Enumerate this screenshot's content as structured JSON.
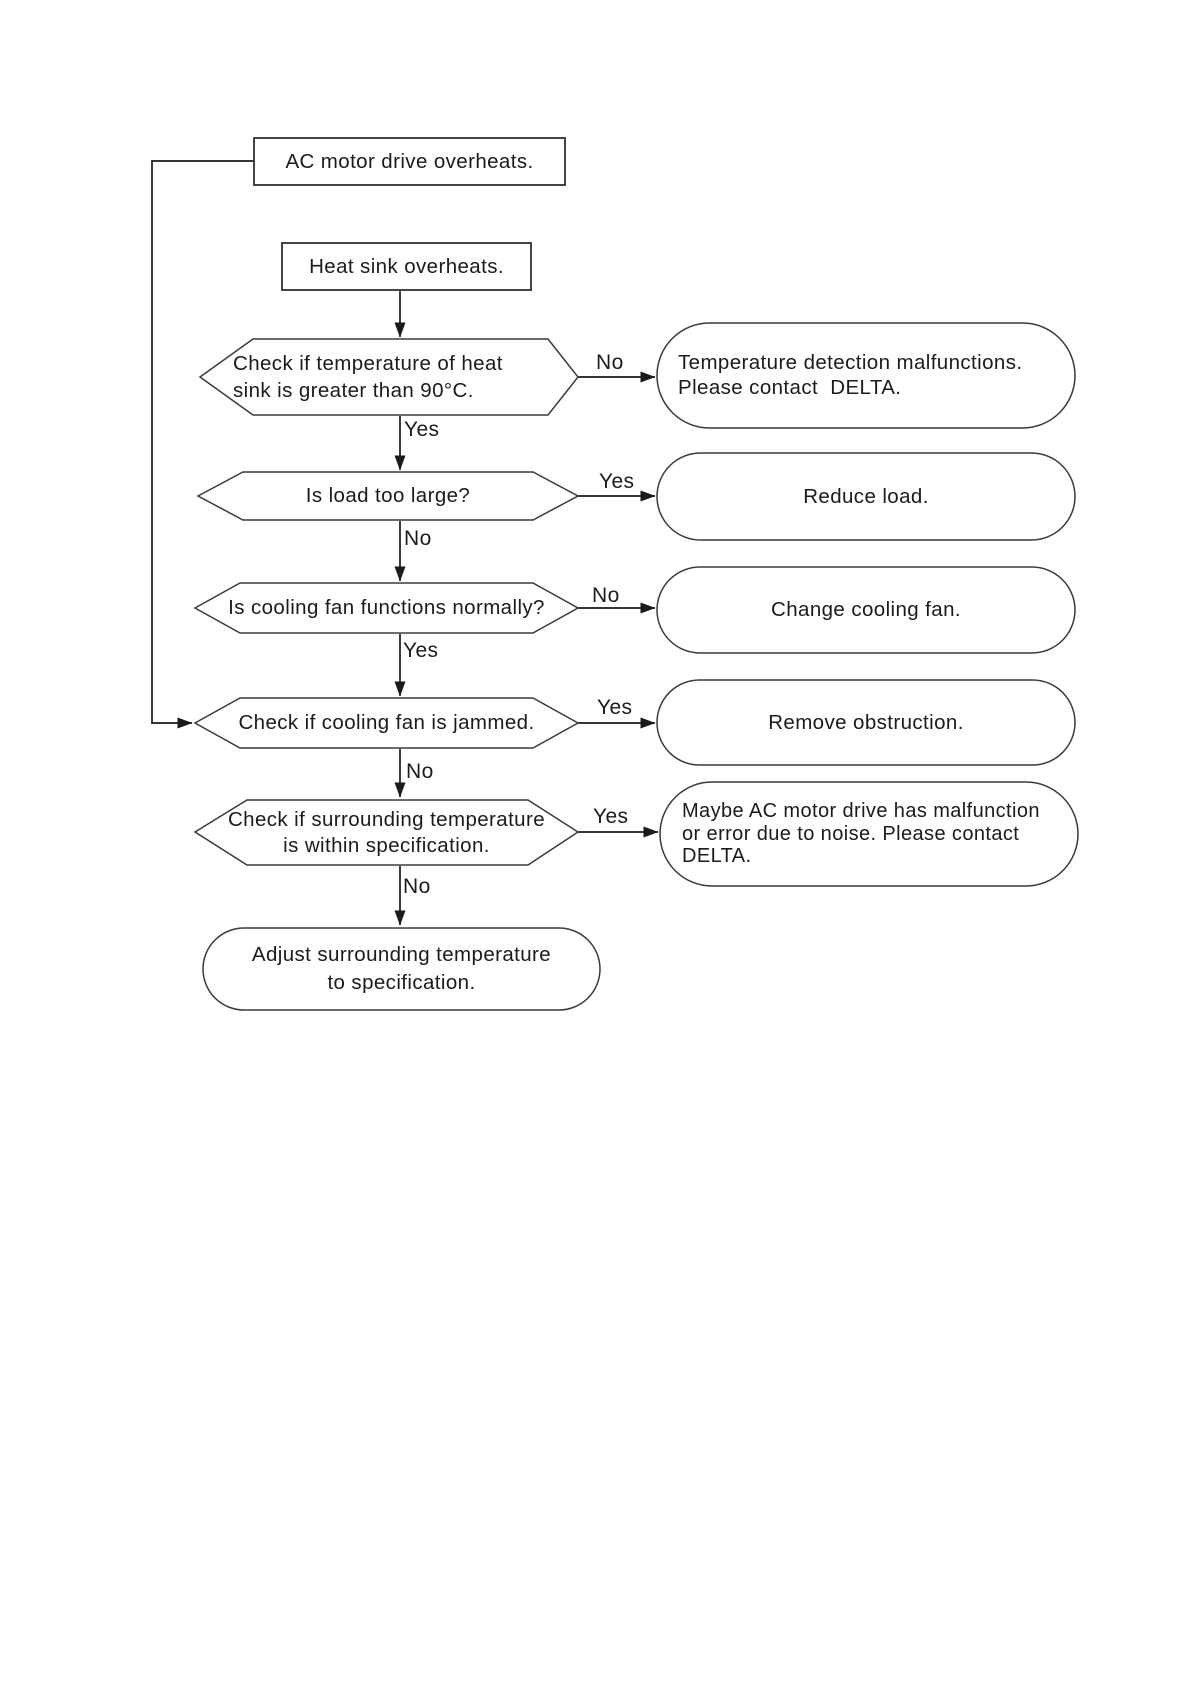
{
  "diagram": {
    "type": "flowchart",
    "colors": {
      "background": "#ffffff",
      "shape_fill": "#ffffff",
      "shape_stroke": "#2f2f2f",
      "connector": "#1a1a1a",
      "text": "#1b1b1b"
    },
    "nodes": {
      "start": {
        "shape": "rectangle",
        "lines": [
          "AC motor drive overheats."
        ]
      },
      "heat_sink": {
        "shape": "rectangle",
        "lines": [
          "Heat sink overheats."
        ]
      },
      "check_temp": {
        "shape": "hexagon",
        "lines": [
          "Check if temperature of heat",
          "sink is greater than 90°C."
        ]
      },
      "temp_malfunction": {
        "shape": "stadium",
        "lines": [
          "Temperature detection malfunctions.",
          "Please contact  DELTA."
        ]
      },
      "load_too_large": {
        "shape": "hexagon",
        "lines": [
          "Is load too large?"
        ]
      },
      "reduce_load": {
        "shape": "stadium",
        "lines": [
          "Reduce load."
        ]
      },
      "fan_normal": {
        "shape": "hexagon",
        "lines": [
          "Is cooling fan functions normally?"
        ]
      },
      "change_fan": {
        "shape": "stadium",
        "lines": [
          "Change cooling fan."
        ]
      },
      "fan_jammed": {
        "shape": "hexagon",
        "lines": [
          "Check if cooling fan is jammed."
        ]
      },
      "remove_obstruction": {
        "shape": "stadium",
        "lines": [
          "Remove obstruction."
        ]
      },
      "check_surrounding": {
        "shape": "hexagon",
        "lines": [
          "Check if surrounding temperature",
          "is within specification."
        ]
      },
      "maybe_malfunction": {
        "shape": "stadium",
        "lines": [
          "Maybe AC motor drive has malfunction",
          "or error due to noise. Please contact",
          "DELTA."
        ]
      },
      "adjust_temp": {
        "shape": "stadium",
        "lines": [
          "Adjust surrounding temperature",
          "to specification."
        ]
      }
    },
    "edges": {
      "check_temp_no": "No",
      "check_temp_yes": "Yes",
      "load_yes": "Yes",
      "load_no": "No",
      "fan_normal_no": "No",
      "fan_normal_yes": "Yes",
      "fan_jammed_yes": "Yes",
      "fan_jammed_no": "No",
      "surrounding_yes": "Yes",
      "surrounding_no": "No"
    }
  }
}
